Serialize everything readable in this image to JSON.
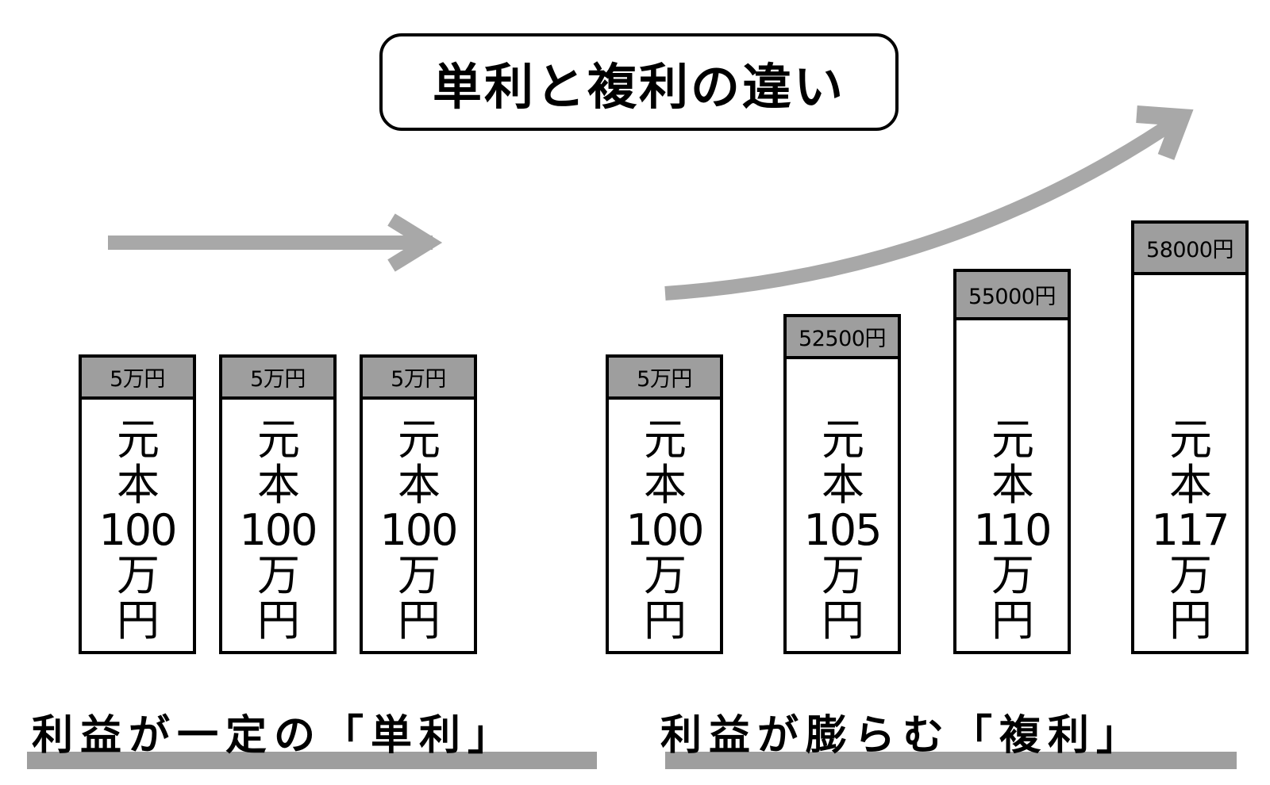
{
  "title": "単利と複利の違い",
  "simple": {
    "caption": "利益が一定の「単利」",
    "boxes": [
      {
        "interest": "5万円",
        "principal": [
          "元",
          "本",
          "100",
          "万",
          "円"
        ]
      },
      {
        "interest": "5万円",
        "principal": [
          "元",
          "本",
          "100",
          "万",
          "円"
        ]
      },
      {
        "interest": "5万円",
        "principal": [
          "元",
          "本",
          "100",
          "万",
          "円"
        ]
      }
    ]
  },
  "compound": {
    "caption": "利益が膨らむ「複利」",
    "boxes": [
      {
        "interest": "5万円",
        "principal": [
          "元",
          "本",
          "100",
          "万",
          "円"
        ]
      },
      {
        "interest": "52500円",
        "principal": [
          "元",
          "本",
          "105",
          "万",
          "円"
        ]
      },
      {
        "interest": "55000円",
        "principal": [
          "元",
          "本",
          "110",
          "万",
          "円"
        ]
      },
      {
        "interest": "58000円",
        "principal": [
          "元",
          "本",
          "117",
          "万",
          "円"
        ]
      }
    ]
  },
  "colors": {
    "accent_gray": "#9e9e9e",
    "outline": "#000000"
  },
  "icons": {
    "flat_arrow": "arrow-right-icon",
    "rising_arrow": "arrow-up-right-icon"
  }
}
